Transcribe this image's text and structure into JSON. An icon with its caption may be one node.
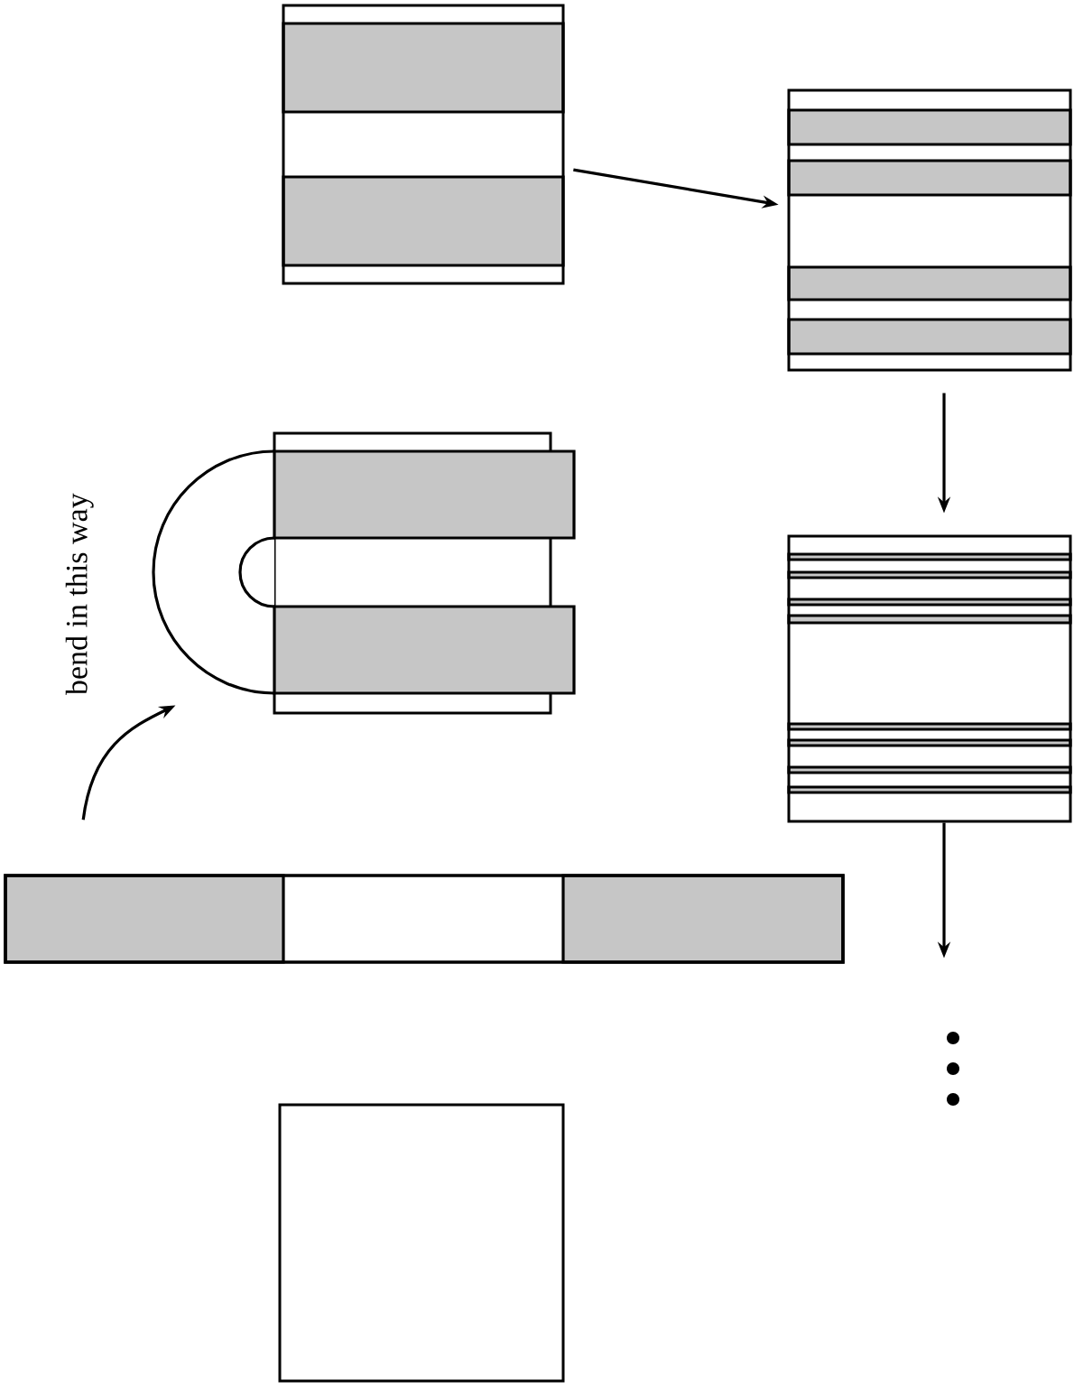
{
  "diagram": {
    "nodes": [
      {
        "text": [],
        "shape": "box"
      },
      {
        "text": [],
        "shape": "bar"
      },
      {
        "text": [],
        "shape": "box"
      },
      {
        "text": [],
        "shape": "box"
      },
      {
        "text": [],
        "shape": "box"
      },
      {
        "text": [],
        "shape": "box"
      }
    ],
    "edges": [
      {
        "from": 1,
        "to": 2,
        "arrow": "to",
        "label": "bend in this way"
      },
      {
        "from": 3,
        "to": 4,
        "arrow": "to"
      },
      {
        "from": 4,
        "to": 5,
        "arrow": "to"
      },
      {
        "from": 5,
        "to": null,
        "arrow": "to"
      }
    ]
  }
}
